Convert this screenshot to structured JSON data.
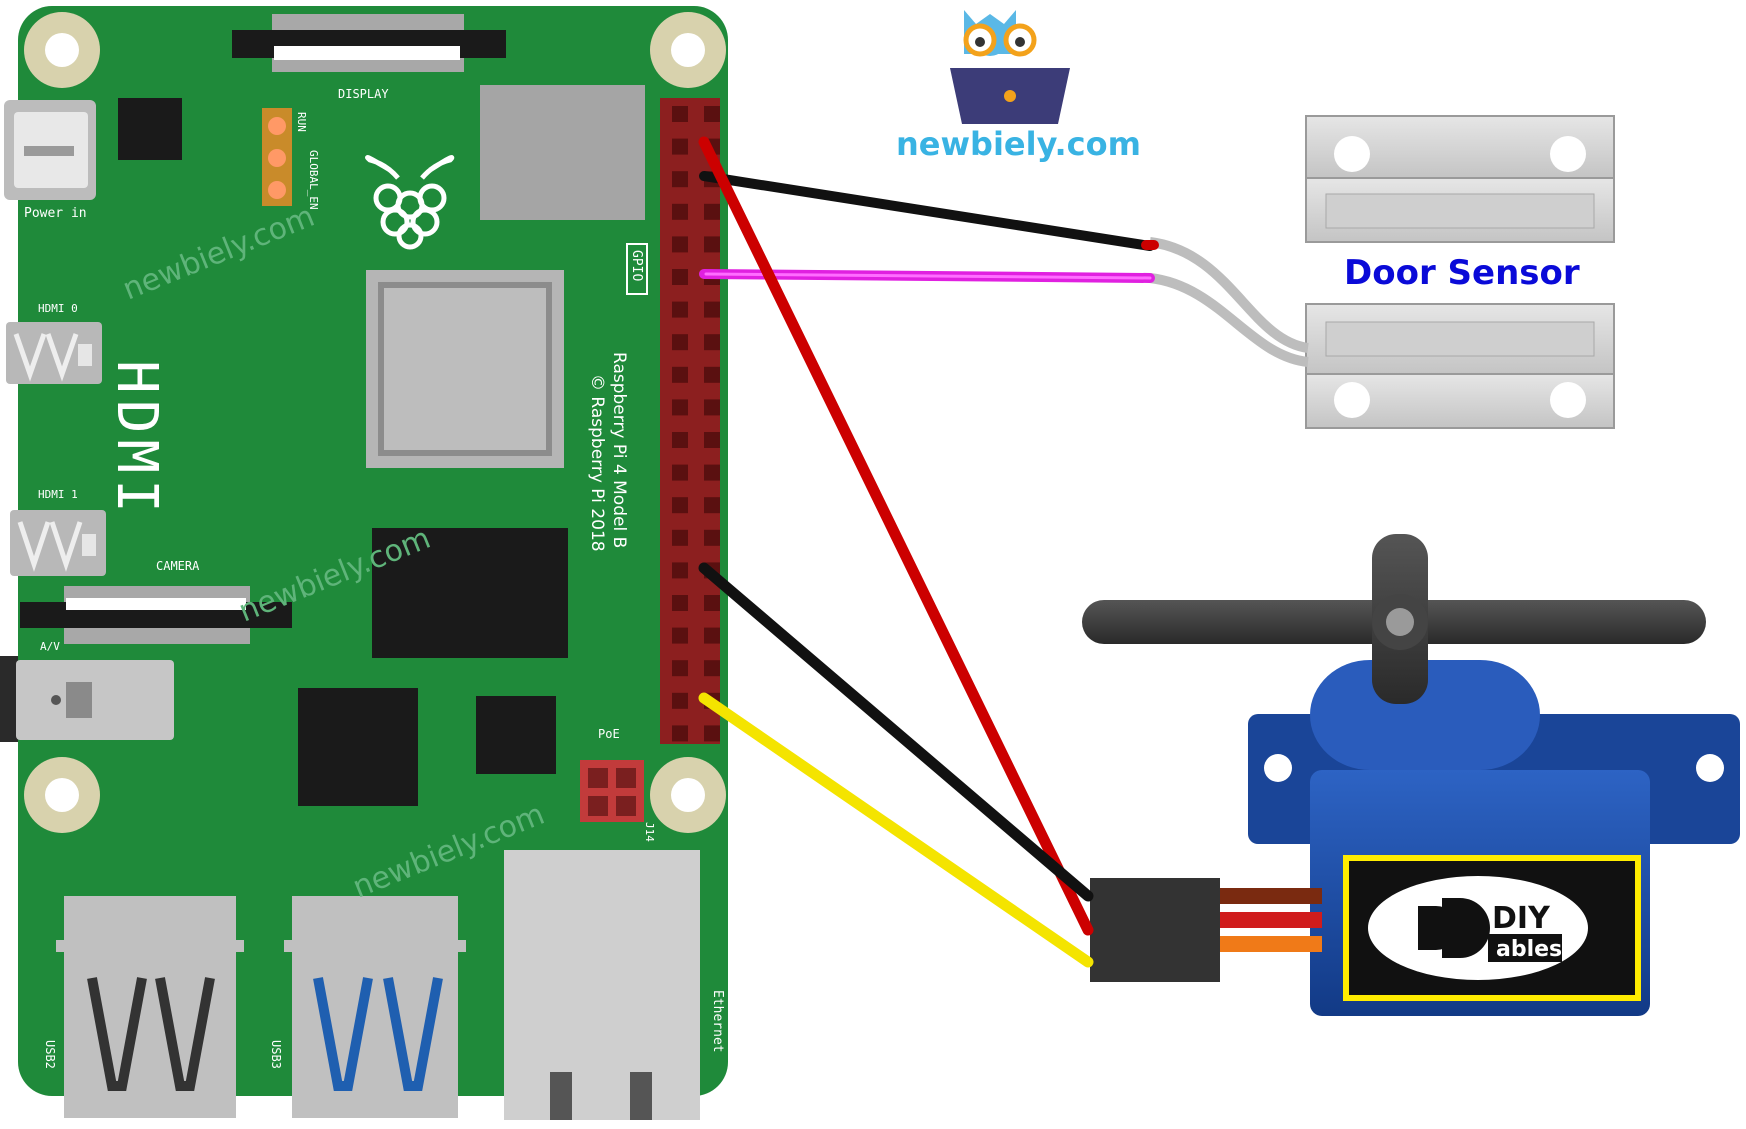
{
  "brand": {
    "site": "newbiely.com",
    "watermark": "newbiely.com"
  },
  "board": {
    "power_label": "Power in",
    "display_label": "DISPLAY",
    "camera_label": "CAMERA",
    "av_label": "A/V",
    "hdmi_big": "HDMI",
    "hdmi0_label": "HDMI 0",
    "hdmi1_label": "HDMI 1",
    "gpio_label": "GPIO",
    "model_line1": "Raspberry Pi 4 Model B",
    "model_line2": "© Raspberry Pi 2018",
    "poe_label": "PoE",
    "j14_label": "J14",
    "usb2_label": "USB2",
    "usb3_label": "USB3",
    "ethernet_label": "Ethernet",
    "run_label": "RUN",
    "global_en_label": "GLOBAL_EN"
  },
  "door_sensor": {
    "label": "Door Sensor",
    "label_color": "#0a0ad8"
  },
  "servo": {
    "logo_diy": "DIY",
    "logo_ables": "ables"
  },
  "colors": {
    "board_green": "#1f8a3a",
    "wire_black": "#1a1a1a",
    "wire_red": "#cc0000",
    "wire_magenta": "#e020e0",
    "wire_yellow": "#f4e400",
    "brand_cyan": "#39b3e3",
    "servo_blue": "#1c4fa8"
  }
}
